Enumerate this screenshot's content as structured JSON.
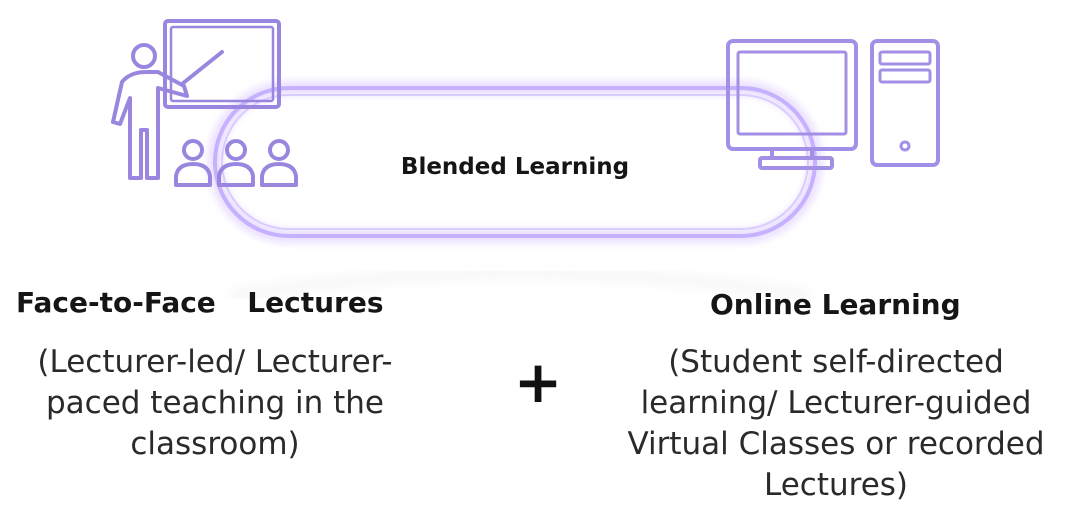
{
  "diagram": {
    "center_label": "Blended Learning",
    "left": {
      "heading": "Face-to-Face  Lectures",
      "description": "(Lecturer-led/ Lecturer-paced teaching in the classroom)",
      "icon": "lecturer-with-students-icon"
    },
    "right": {
      "heading": "Online Learning",
      "description": "(Student self-directed learning/ Lecturer-guided Virtual Classes or recorded Lectures)",
      "icon": "desktop-computer-icon"
    },
    "operator": "+",
    "colors": {
      "icon_stroke": "#9b84e0",
      "ring": "#c9b6ff",
      "ring_glow": "#e9ddff",
      "text": "#151515"
    }
  }
}
